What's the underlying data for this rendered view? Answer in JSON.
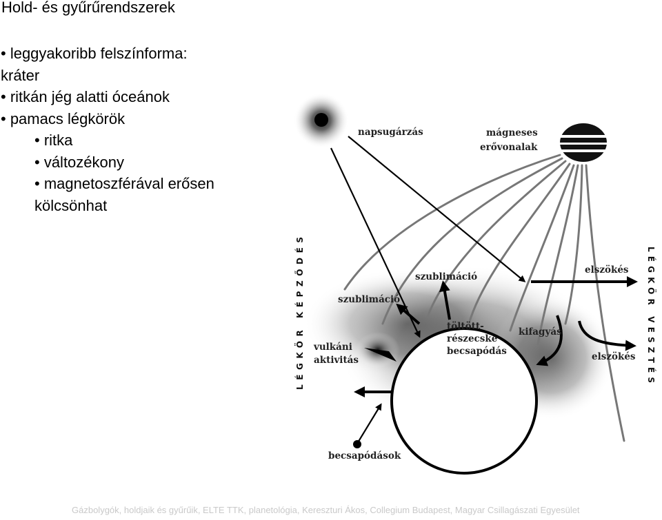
{
  "slide": {
    "title": "Hold- és gyűrűrendszerek",
    "bullets": [
      {
        "level": 1,
        "text": "• leggyakoribb felszínforma:"
      },
      {
        "level": 1,
        "text": "kráter"
      },
      {
        "level": 1,
        "text": "• ritkán jég alatti óceánok"
      },
      {
        "level": 1,
        "text": "• pamacs légkörök"
      },
      {
        "level": 2,
        "text": "• ritka"
      },
      {
        "level": 2,
        "text": "• változékony"
      },
      {
        "level": 2,
        "text": "• magnetoszférával erősen"
      },
      {
        "level": 2,
        "text": "kölcsönhat"
      }
    ],
    "footer": "Gázbolygók, holdjaik és gyűrűik, ELTE TTK, planetológia, Kereszturi Ákos, Collegium Budapest, Magyar Csillagászati Egyesület"
  },
  "diagram": {
    "labels": {
      "napsugarzas": "napsugárzás",
      "magneses": "mágneses",
      "erovonalak": "erővonalak",
      "szublimacio_top": "szublimáció",
      "szublimacio_left": "szublimáció",
      "elszokes_top": "elszökés",
      "elszokes_bottom": "elszökés",
      "kifagyas": "kifagyás",
      "toltott1": "töltött-",
      "toltott2": "részecske",
      "toltott3": "becsapódás",
      "vulkani1": "vulkáni",
      "vulkani2": "aktivitás",
      "becsapodasok": "becsapódások"
    },
    "vertical_left": "LÉGKÖR KÉPZŐDÉS",
    "vertical_right": "LÉGKÖR VESZTÉS"
  }
}
